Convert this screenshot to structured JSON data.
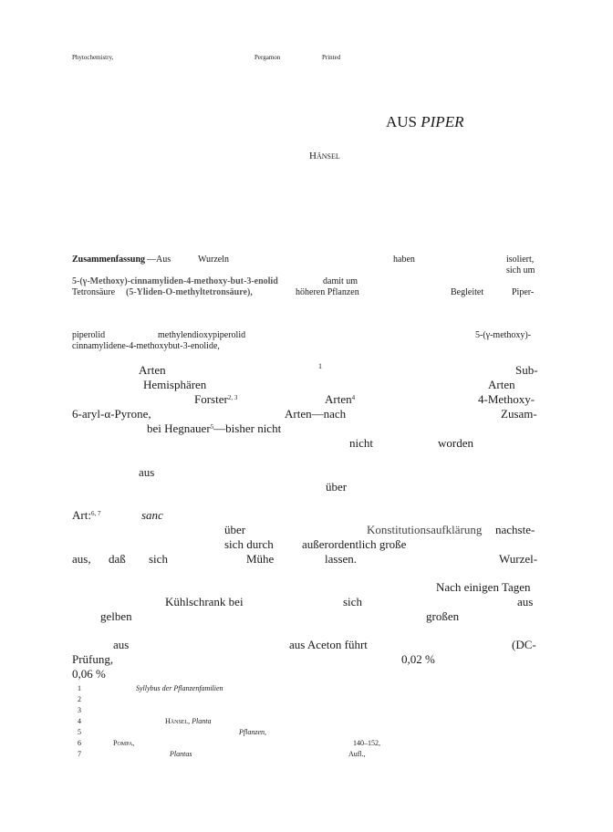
{
  "header": {
    "journal": "Phytochemistry,",
    "publisher": "Pergamon",
    "printed": "Printed"
  },
  "title": {
    "prefix": "AUS ",
    "genus": "PIPER"
  },
  "author": "Hänsel",
  "summary": {
    "label": "Zusammenfassung",
    "dash_aus": "—Aus",
    "wurzeln": "Wurzeln",
    "haben": "haben",
    "isoliert": "isoliert,",
    "sich_um": "sich um",
    "compound_line": "5-(γ-Methoxy)-cinnamyliden-4-methoxy-but-3-enolid",
    "damit_um": "damit um",
    "tetronsaure": "Tetronsäure",
    "tetron_paren": "(5-Yliden-O-methyltetronsäure),",
    "hoheren": "höheren Pflanzen",
    "begleitet": "Begleitet",
    "piper_dash": "Piper-"
  },
  "abstract_en": {
    "piperolid": "piperolid",
    "methylen": "methylendioxypiperolid",
    "methoxy": "5-(γ-methoxy)-",
    "cinnamylidene": "cinnamylidene-4-methoxybut-3-enolide,"
  },
  "body": {
    "arten1": "Arten",
    "ref1": "1",
    "sub": "Sub-",
    "hemi": "Hemisphären",
    "arten2": "Arten",
    "forster": "Forster",
    "ref23": "2, 3",
    "arten3": "Arten",
    "ref4": "4",
    "methoxy4": "4-Methoxy-",
    "aryl_pyrone": "6-aryl-α-Pyrone,",
    "arten_nach": "Arten—nach",
    "zusam": "Zusam-",
    "hegnauer": "bei Hegnauer",
    "ref5": "5",
    "bisher": "—bisher nicht",
    "nicht": "nicht",
    "worden": "worden",
    "aus1": "aus",
    "uber1": "über",
    "art": "Art:",
    "ref67": "6, 7",
    "sanc": "sanc",
    "uber2": "über",
    "konst": "Konstitutionsaufklärung",
    "nachste": "nachste-",
    "sich_durch": "sich durch",
    "ausser": "außerordentlich große",
    "aus2": "aus,",
    "dass": "daß",
    "sich1": "sich",
    "muhe": "Mühe",
    "lassen": "lassen.",
    "wurzel": "Wurzel-",
    "nach_einigen": "Nach einigen Tagen",
    "kuhl": "Kühlschrank bei",
    "sich2": "sich",
    "aus3": "aus",
    "gelben": "gelben",
    "grossen": "großen",
    "aus4": "aus",
    "aus_aceton": "aus Aceton führt",
    "dc": "(DC-",
    "prufung": "Prüfung,",
    "pct1": "0,02 %",
    "pct2": "0,06 %"
  },
  "footnotes": {
    "n1": "1",
    "n2": "2",
    "n3": "3",
    "n4": "4",
    "n5": "5",
    "n6": "6",
    "n7": "7",
    "f1": "Syllybus der Pflanzenfamilien",
    "f4_name": "Hänsel,",
    "f4_journal": "Planta",
    "f5": "Pflanzen,",
    "f6_name": "Pompa,",
    "f6_pages": "140–152,",
    "f7_journal": "Plantas",
    "f7_aufl": "Aufl.,"
  }
}
